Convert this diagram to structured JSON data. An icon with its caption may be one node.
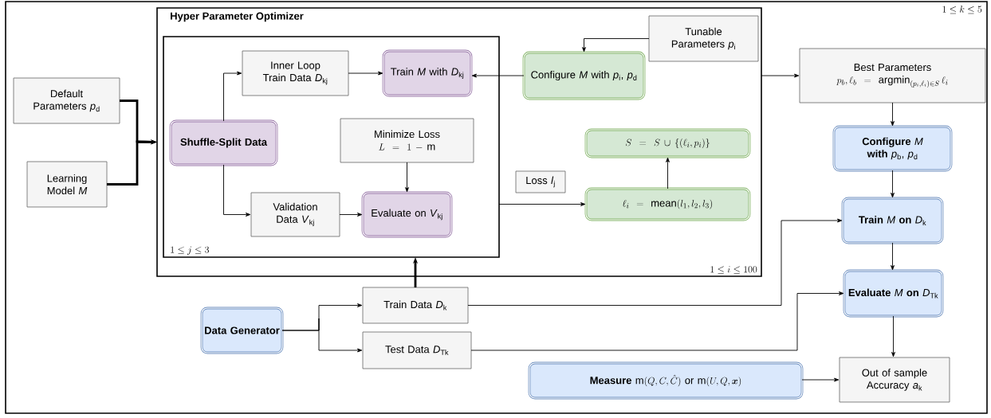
{
  "diagram": {
    "nodes": [
      {
        "text": [
          "1 \\le k \\le 5"
        ]
      },
      {
        "text": [
          "Hyper Parameter Optimizer",
          "1 \\le i \\le 100"
        ],
        "in": 0
      },
      {
        "text": [
          "1 \\le j \\le 3"
        ],
        "in": 1
      },
      {
        "text": [
          "Inner Loop Train Data *D*$_{kj}$"
        ],
        "in": 2
      },
      {
        "text": [
          "Train *M* with *D*$_{kj}$"
        ],
        "in": 2
      },
      {
        "text": [
          "Shuffle-Split Data"
        ],
        "in": 2
      },
      {
        "text": [
          "Minimize Loss",
          "L = 1 - \\mathrm{m}"
        ],
        "in": 2
      },
      {
        "text": [
          "Validation Data *V*$_{kj}$"
        ],
        "in": 2
      },
      {
        "text": [
          "Evaluate on *V*$_{kj}$"
        ],
        "in": 2
      },
      {
        "text": [
          "Configure *M* with *p*$_{i}$, *p*$_{d}$"
        ],
        "in": 1
      },
      {
        "text": [
          "Tunable Parameters *p*$_{i}$"
        ],
        "in": 1
      },
      {
        "text": [
          "S = S \\cup \\{(\\ell_i, p_i)\\}"
        ],
        "in": 1
      },
      {
        "text": [
          "Loss *l*$_{j}$"
        ],
        "in": 1
      },
      {
        "text": [
          "\\ell_i = \\mathrm{mean}(l_1, l_2, l_3)"
        ],
        "in": 1
      },
      {
        "text": [
          "Default Parameters *p*$_{d}$"
        ],
        "in": 0
      },
      {
        "text": [
          "Learning Model *M*"
        ],
        "in": 0
      },
      {
        "text": [
          "Best Parameters",
          "p_b, \\ell_b = \\mathrm{argmin}_{(p_i, \\ell_i) \\in S}\\, \\ell_i"
        ],
        "in": 0
      },
      {
        "text": [
          "**Configure** *M* **with** *p*$_{b}$, *p*$_{d}$"
        ],
        "in": 0
      },
      {
        "text": [
          "**Train** *M* **on** *D*$_{k}$"
        ],
        "in": 0
      },
      {
        "text": [
          "**Evaluate** *M* **on** *D*$_{Tk}$"
        ],
        "in": 0
      },
      {
        "text": [
          "Data Generator"
        ],
        "in": 0
      },
      {
        "text": [
          "Train Data *D*$_{k}$"
        ],
        "in": 0
      },
      {
        "text": [
          "Test Data *D*$_{Tk}$"
        ],
        "in": 0
      },
      {
        "text": [
          "\\text{\\textbf{Measure} }\\mathrm{m}(Q, C, \\hat{C}) \\text{ or } \\mathrm{m}(U, Q, \\boldsymbol{x})"
        ],
        "in": 0
      },
      {
        "text": [
          "Out of sample Accuracy *a*$_{k}$"
        ],
        "in": 0
      }
    ],
    "edges": [
      {
        "from": 14,
        "to": 1,
        "arrow": "to",
        "style": "thick"
      },
      {
        "from": 15,
        "to": 1,
        "arrow": "to",
        "style": "thick"
      },
      {
        "from": 5,
        "to": 3,
        "arrow": "to"
      },
      {
        "from": 5,
        "to": 7,
        "arrow": "to"
      },
      {
        "from": 3,
        "to": 4,
        "arrow": "to"
      },
      {
        "from": 7,
        "to": 8,
        "arrow": "to"
      },
      {
        "from": 6,
        "to": 8,
        "arrow": "to"
      },
      {
        "from": 9,
        "to": 4,
        "arrow": "to"
      },
      {
        "from": 10,
        "to": 9,
        "arrow": "to"
      },
      {
        "from": 2,
        "to": 13,
        "arrow": "to"
      },
      {
        "from": 13,
        "to": 11,
        "arrow": "to"
      },
      {
        "from": 1,
        "to": 16,
        "arrow": "to"
      },
      {
        "from": 16,
        "to": 17,
        "arrow": "to"
      },
      {
        "from": 17,
        "to": 18,
        "arrow": "to"
      },
      {
        "from": 18,
        "to": 19,
        "arrow": "to"
      },
      {
        "from": 19,
        "to": 24,
        "arrow": "to"
      },
      {
        "from": 23,
        "to": 24,
        "arrow": "to"
      },
      {
        "from": 20,
        "to": 21,
        "arrow": "to"
      },
      {
        "from": 20,
        "to": 22,
        "arrow": "to"
      },
      {
        "from": 21,
        "to": 2,
        "arrow": "to",
        "style": "thick"
      },
      {
        "from": 21,
        "to": 18,
        "arrow": "to"
      },
      {
        "from": 22,
        "to": 19,
        "arrow": "to"
      }
    ]
  }
}
